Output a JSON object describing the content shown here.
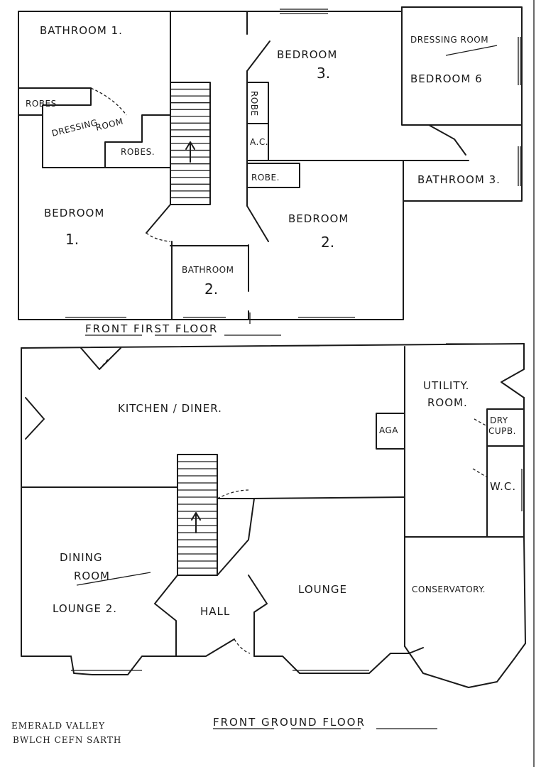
{
  "first_floor": {
    "caption": "FRONT   FIRST   FLOOR",
    "rooms": {
      "bathroom_1": "BATHROOM 1.",
      "robes_left": "ROBES",
      "dressing_room_left": "DRESSING",
      "dressing_room_left_2": "ROOM",
      "robes_small": "ROBES.",
      "bedroom_1": "BEDROOM",
      "bedroom_1_num": "1.",
      "bedroom_3": "BEDROOM",
      "bedroom_3_num": "3.",
      "robe_vertical": "ROBE",
      "ac": "A.C.",
      "robe_small": "ROBE.",
      "dressing_room_right": "DRESSING ROOM",
      "bedroom_6": "BEDROOM 6",
      "bathroom_3": "BATHROOM 3.",
      "bedroom_2": "BEDROOM",
      "bedroom_2_num": "2.",
      "bathroom_2": "BATHROOM",
      "bathroom_2_num": "2."
    }
  },
  "ground_floor": {
    "caption": "FRONT   GROUND   FLOOR",
    "rooms": {
      "kitchen_diner": "KITCHEN / DINER.",
      "utility_room": "UTILITY.",
      "utility_room_2": "ROOM.",
      "dry_cups": "DRY",
      "dry_cups_2": "CUPB.",
      "aga": "AGA",
      "wc": "W.C.",
      "dining_room": "DINING",
      "dining_room_2": "ROOM",
      "lounge_2": "LOUNGE 2.",
      "hall": "HALL",
      "lounge": "LOUNGE",
      "conservatory": "CONSERVATORY."
    }
  },
  "address": {
    "line1": "EMERALD VALLEY",
    "line2": "BWLCH CEFN SARTH"
  }
}
